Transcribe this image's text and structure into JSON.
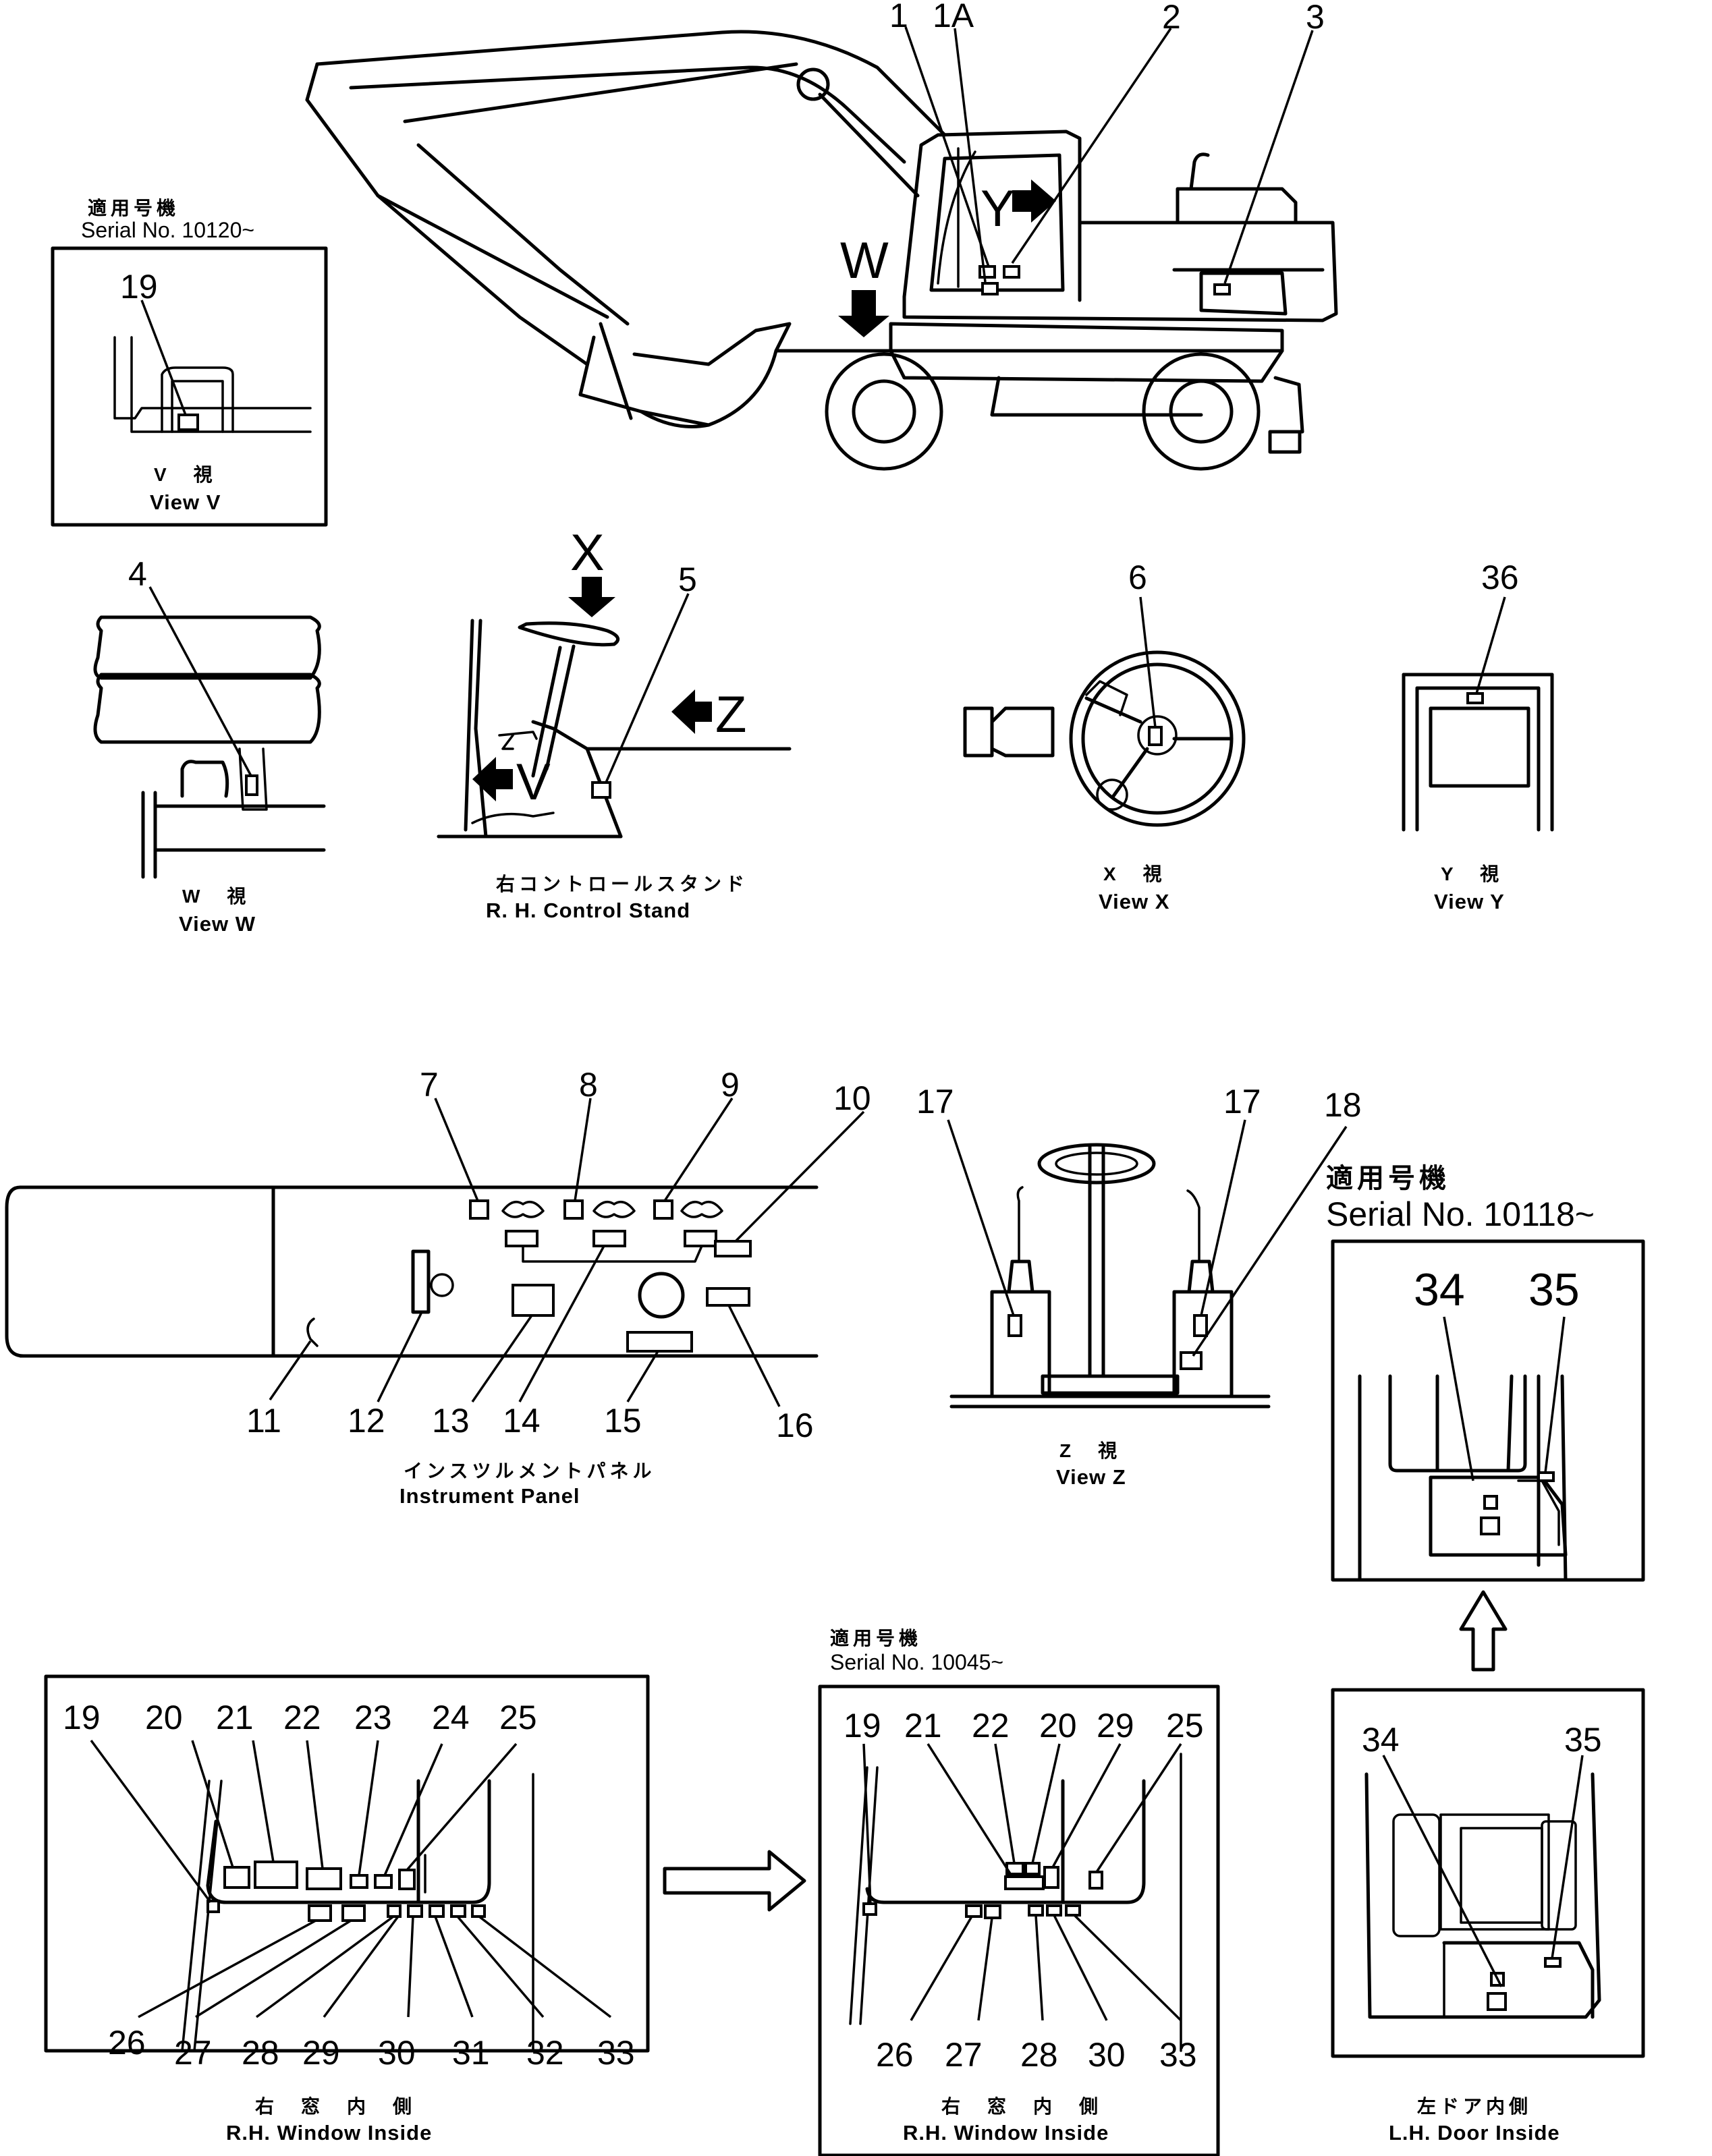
{
  "callouts": {
    "c1": "1",
    "c1a": "1A",
    "c2": "2",
    "c3": "3",
    "c4": "4",
    "c5": "5",
    "c6": "6",
    "c7": "7",
    "c8": "8",
    "c9": "9",
    "c10": "10",
    "c11": "11",
    "c12": "12",
    "c13": "13",
    "c14": "14",
    "c15": "15",
    "c16": "16",
    "c17": "17",
    "c18": "18",
    "c19": "19",
    "c20": "20",
    "c21": "21",
    "c22": "22",
    "c23": "23",
    "c24": "24",
    "c25": "25",
    "c26": "26",
    "c27": "27",
    "c28": "28",
    "c29": "29",
    "c30": "30",
    "c31": "31",
    "c32": "32",
    "c33": "33",
    "c34": "34",
    "c35": "35",
    "c36": "36"
  },
  "view_letters": {
    "w": "W",
    "x": "X",
    "y": "Y",
    "z": "Z",
    "v": "V"
  },
  "serials": {
    "label_jp": "適用号機",
    "s10120": "Serial  No.  10120~",
    "s10118": "Serial  No.  10118~",
    "s10045": "Serial  No.  10045~"
  },
  "captions": {
    "view_v_jp": "V　視",
    "view_v_en": "View  V",
    "view_w_jp": "W　視",
    "view_w_en": "View  W",
    "rh_control_jp": "右コントロールスタンド",
    "rh_control_en": "R. H.  Control  Stand",
    "view_x_jp": "X　視",
    "view_x_en": "View  X",
    "view_y_jp": "Y　視",
    "view_y_en": "View  Y",
    "instrument_jp": "インスツルメントパネル",
    "instrument_en": "Instrument  Panel",
    "view_z_jp": "Z　視",
    "view_z_en": "View  Z",
    "rh_window_jp": "右　窓　内　側",
    "rh_window_en": "R.H.  Window  Inside",
    "lh_door_jp": "左ドア内側",
    "lh_door_en": "L.H.  Door  Inside"
  }
}
